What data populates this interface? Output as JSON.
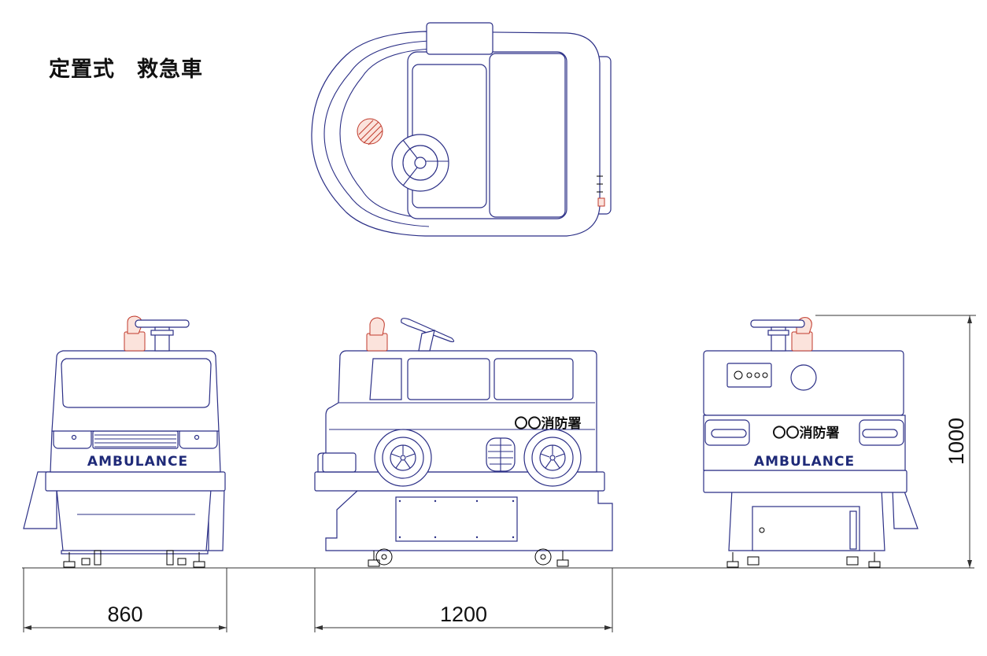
{
  "title": "定置式　救急車",
  "labels": {
    "ambulance_front": "AMBULANCE",
    "ambulance_rear": "AMBULANCE",
    "station_side": "〇〇消防署",
    "station_rear": "〇〇消防署"
  },
  "dimensions": {
    "width": "860",
    "length": "1200",
    "height": "1000"
  },
  "colors": {
    "outline": "#2b2f86",
    "beacon": "#c0392b",
    "text_blue": "#1f2a78"
  }
}
